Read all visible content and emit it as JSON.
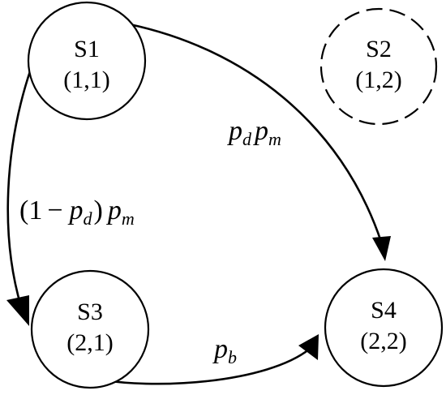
{
  "nodes": [
    {
      "id": "S1",
      "name": "S1",
      "coords": "(1,1)",
      "style": "solid"
    },
    {
      "id": "S2",
      "name": "S2",
      "coords": "(1,2)",
      "style": "dashed"
    },
    {
      "id": "S3",
      "name": "S3",
      "coords": "(2,1)",
      "style": "solid"
    },
    {
      "id": "S4",
      "name": "S4",
      "coords": "(2,2)",
      "style": "solid"
    }
  ],
  "edges": [
    {
      "from": "S1",
      "to": "S4",
      "label": {
        "p1": "p",
        "sub1": "d",
        "p2": "p",
        "sub2": "m"
      }
    },
    {
      "from": "S1",
      "to": "S3",
      "label": {
        "open": "(1",
        "minus": "−",
        "p1": "p",
        "sub1": "d",
        "close": ")",
        "p2": "p",
        "sub2": "m"
      }
    },
    {
      "from": "S3",
      "to": "S4",
      "label": {
        "p1": "p",
        "sub1": "b"
      }
    }
  ],
  "colors": {
    "stroke": "#000000",
    "background": "#ffffff"
  }
}
